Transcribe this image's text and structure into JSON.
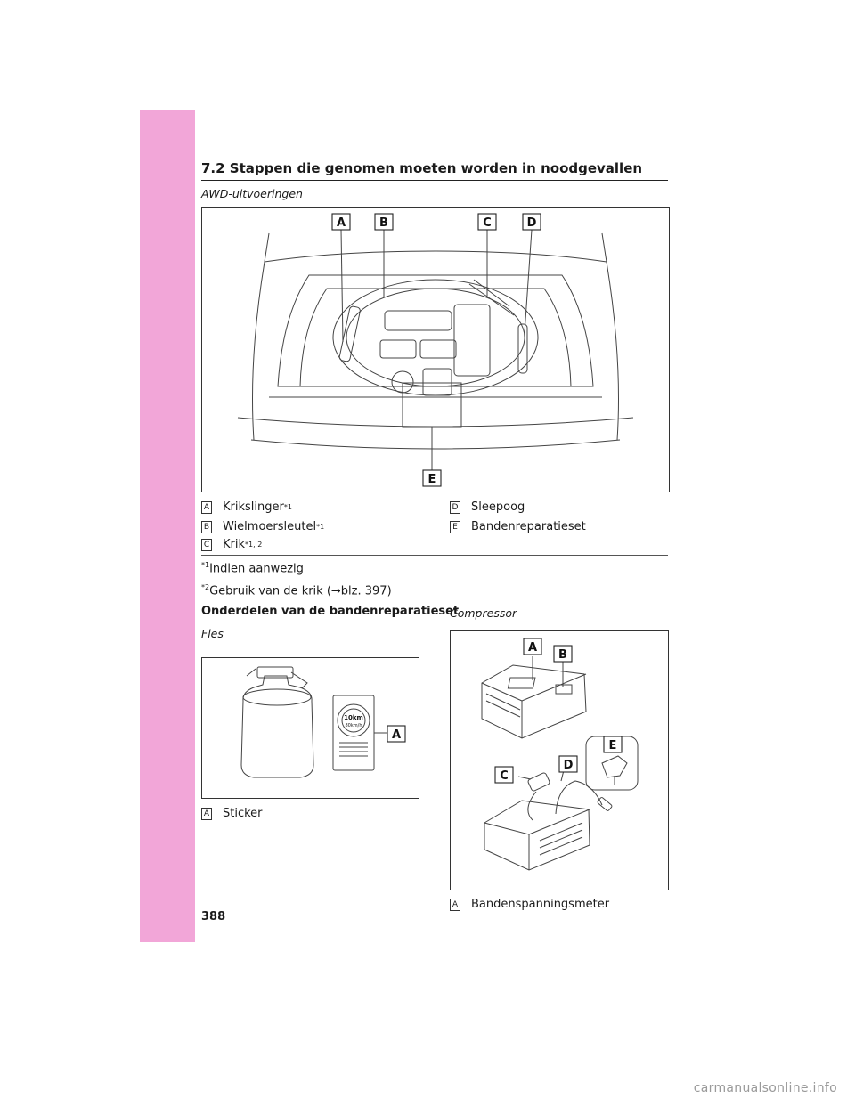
{
  "section_title": "7.2  Stappen die genomen moeten worden in noodgevallen",
  "variant_label": "AWD-uitvoeringen",
  "figure1": {
    "callouts": [
      "A",
      "B",
      "C",
      "D",
      "E"
    ]
  },
  "legend1": [
    {
      "key": "A",
      "label": "Krikslinger",
      "sup": "*1"
    },
    {
      "key": "B",
      "label": "Wielmoersleutel",
      "sup": "*1"
    },
    {
      "key": "C",
      "label": "Krik",
      "sup": "*1, 2"
    },
    {
      "key": "D",
      "label": "Sleepoog",
      "sup": ""
    },
    {
      "key": "E",
      "label": "Bandenreparatieset",
      "sup": ""
    }
  ],
  "notes": [
    {
      "sup": "*1",
      "text": "Indien aanwezig"
    },
    {
      "sup": "*2",
      "text": "Gebruik van de krik (→blz. 397)"
    }
  ],
  "parts_heading": "Onderdelen van de bandenreparatieset",
  "bottle": {
    "label": "Fles",
    "callout": "A",
    "sticker_big": "10km",
    "sticker_small": "80km/h",
    "legend": {
      "key": "A",
      "label": "Sticker"
    }
  },
  "compressor": {
    "label": "Compressor",
    "callouts": [
      "A",
      "B",
      "C",
      "D",
      "E"
    ],
    "legend": {
      "key": "A",
      "label": "Bandenspanningsmeter"
    }
  },
  "page_number": "388",
  "watermark": "carmanualsonline.info"
}
